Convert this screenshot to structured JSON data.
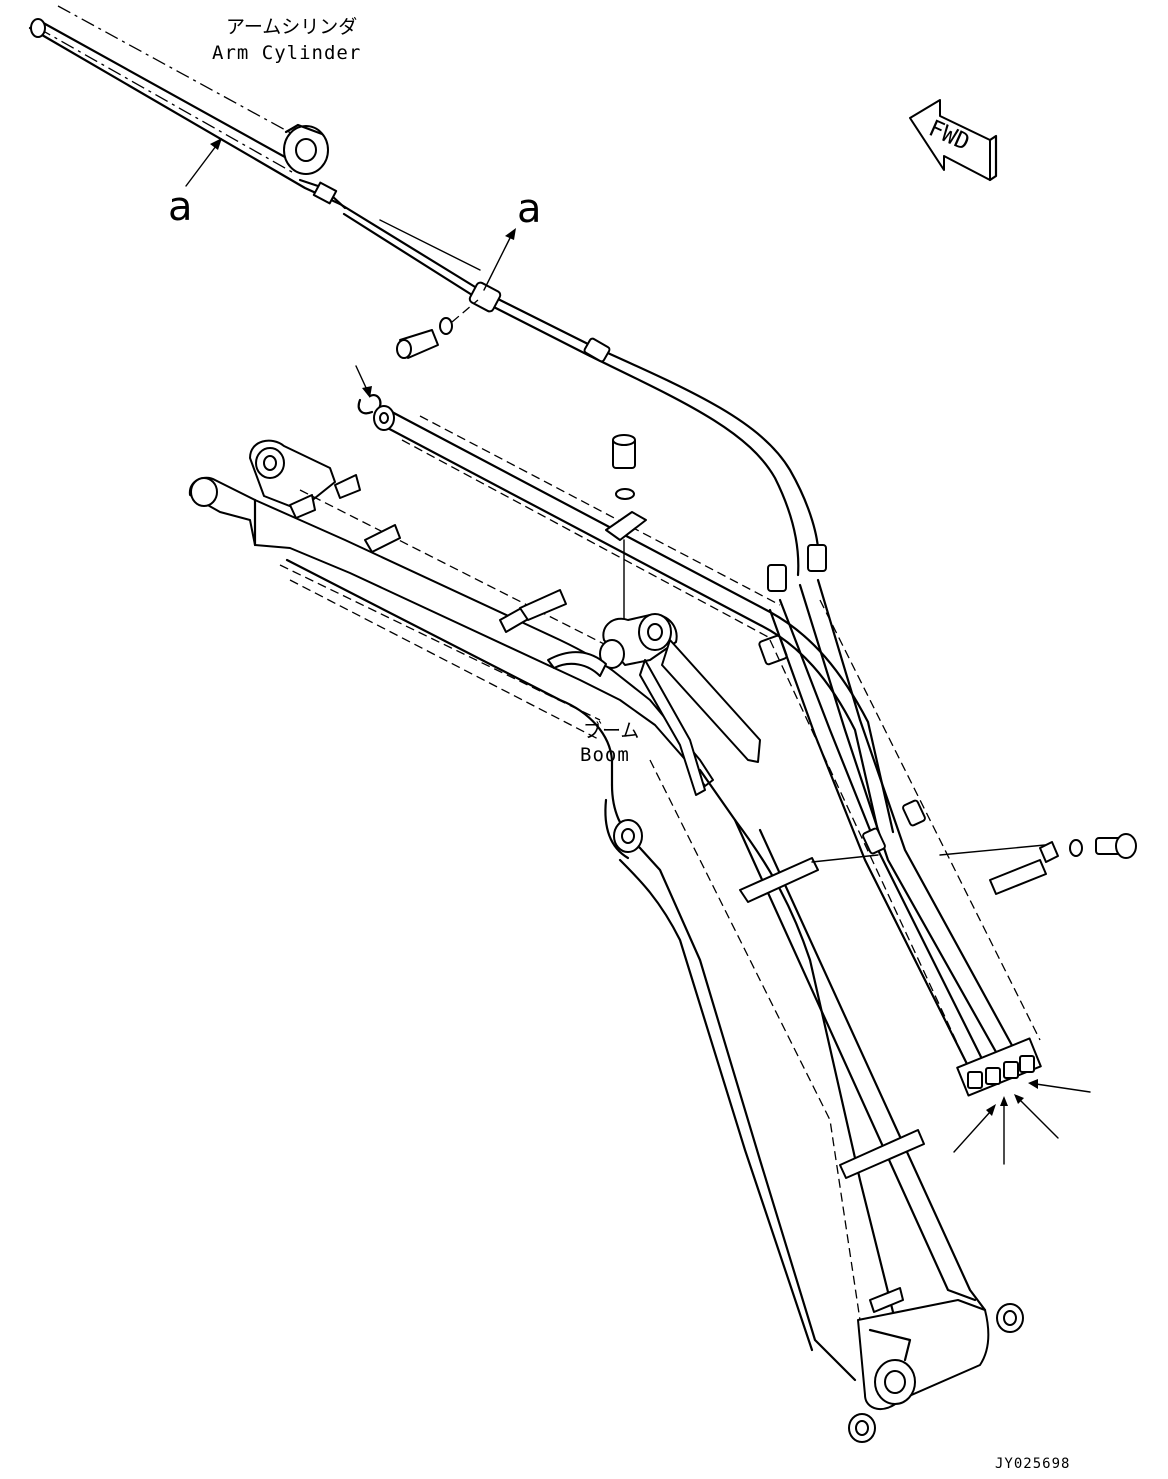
{
  "labels": {
    "arm_cylinder_jp": "アームシリンダ",
    "arm_cylinder_en": "Arm Cylinder",
    "boom_jp": "ブーム",
    "boom_en": "Boom",
    "callout_a_left": "a",
    "callout_a_right": "a",
    "fwd": "FWD",
    "drawing_code": "JY025698"
  }
}
